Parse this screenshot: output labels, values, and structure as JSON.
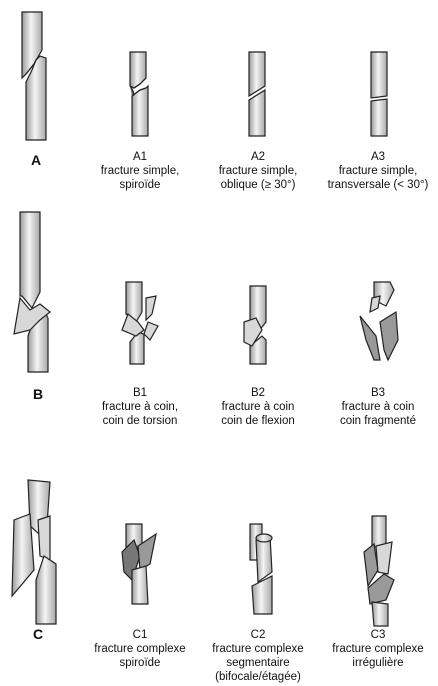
{
  "groups": [
    {
      "letter": "A",
      "items": [
        {
          "code": "A1",
          "lines": [
            "fracture simple,",
            "spiroïde"
          ]
        },
        {
          "code": "A2",
          "lines": [
            "fracture simple,",
            "oblique (≥ 30°)"
          ]
        },
        {
          "code": "A3",
          "lines": [
            "fracture simple,",
            "transversale (< 30°)"
          ]
        }
      ]
    },
    {
      "letter": "B",
      "items": [
        {
          "code": "B1",
          "lines": [
            "fracture à coin,",
            "coin de torsion"
          ]
        },
        {
          "code": "B2",
          "lines": [
            "fracture à coin",
            "coin de flexion"
          ]
        },
        {
          "code": "B3",
          "lines": [
            "fracture à coin",
            "coin fragmenté"
          ]
        }
      ]
    },
    {
      "letter": "C",
      "items": [
        {
          "code": "C1",
          "lines": [
            "fracture complexe",
            "spiroïde"
          ]
        },
        {
          "code": "C2",
          "lines": [
            "fracture complexe",
            "segmentaire",
            "(bifocale/étagée)"
          ]
        },
        {
          "code": "C3",
          "lines": [
            "fracture complexe",
            "irrégulière"
          ]
        }
      ]
    }
  ],
  "colors": {
    "bone_fill": "#cfcfcf",
    "bone_highlight": "#f4f4f4",
    "outline": "#222222",
    "fragment": "#888888"
  }
}
